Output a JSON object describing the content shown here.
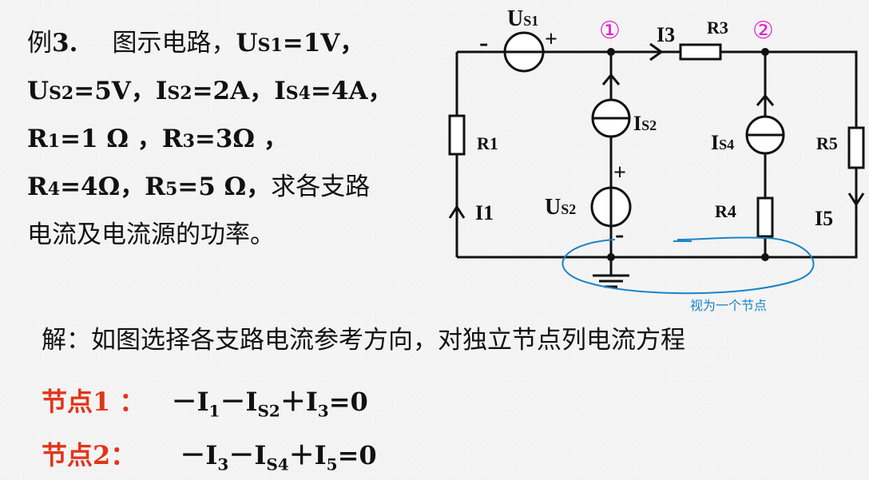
{
  "problem": {
    "line1_cjk": "例",
    "line1_num": "3.",
    "line1_text": "图示电路，",
    "line1_u": "U",
    "line1_sub": "S1",
    "line1_val": "=1V，",
    "line2_a": "U",
    "line2_asub": "S2",
    "line2_aval": "=5V，",
    "line2_b": "I",
    "line2_bsub": "S2",
    "line2_bval": "=2A，",
    "line2_c": "I",
    "line2_csub": "S4",
    "line2_cval": "=4A，",
    "line3_a": "R",
    "line3_asub": "1",
    "line3_aval": "=1 Ω ，",
    "line3_b": "R",
    "line3_bsub": "3",
    "line3_bval": "=3Ω ，",
    "line4_a": "R",
    "line4_asub": "4",
    "line4_aval": "=4Ω，",
    "line4_b": "R",
    "line4_bsub": "5",
    "line4_bval": "=5 Ω，",
    "line4_text": "求各支路",
    "line5_text": "电流及电流源的功率。"
  },
  "circuit": {
    "us1": "U",
    "us1_sub": "S1",
    "node1": "①",
    "node2": "②",
    "i3": "I3",
    "r3": "R3",
    "r1": "R1",
    "is2": "I",
    "is2_sub": "S2",
    "is4": "I",
    "is4_sub": "S4",
    "r5": "R5",
    "i1": "I1",
    "us2": "U",
    "us2_sub": "S2",
    "r4": "R4",
    "i5": "I5",
    "plus": "+",
    "minus": "-",
    "annotation": "视为一个节点",
    "annotation_color": "#1a82c8"
  },
  "solution": {
    "intro": "解：如图选择各支路电流参考方向，对独立节点列电流方程",
    "eq1_label": "节点1 ：",
    "eq1_a": "－I",
    "eq1_a_sub": "1",
    "eq1_b": "－I",
    "eq1_b_sub": "S2",
    "eq1_c": "＋I",
    "eq1_c_sub": "3",
    "eq1_d": "=0",
    "eq2_label": "节点2：",
    "eq2_a": "－I",
    "eq2_a_sub": "3",
    "eq2_b": "－I",
    "eq2_b_sub": "S4",
    "eq2_c": "＋I",
    "eq2_c_sub": "5",
    "eq2_d": "=0",
    "label_color": "#e2341a",
    "node_color": "#e020d0"
  }
}
